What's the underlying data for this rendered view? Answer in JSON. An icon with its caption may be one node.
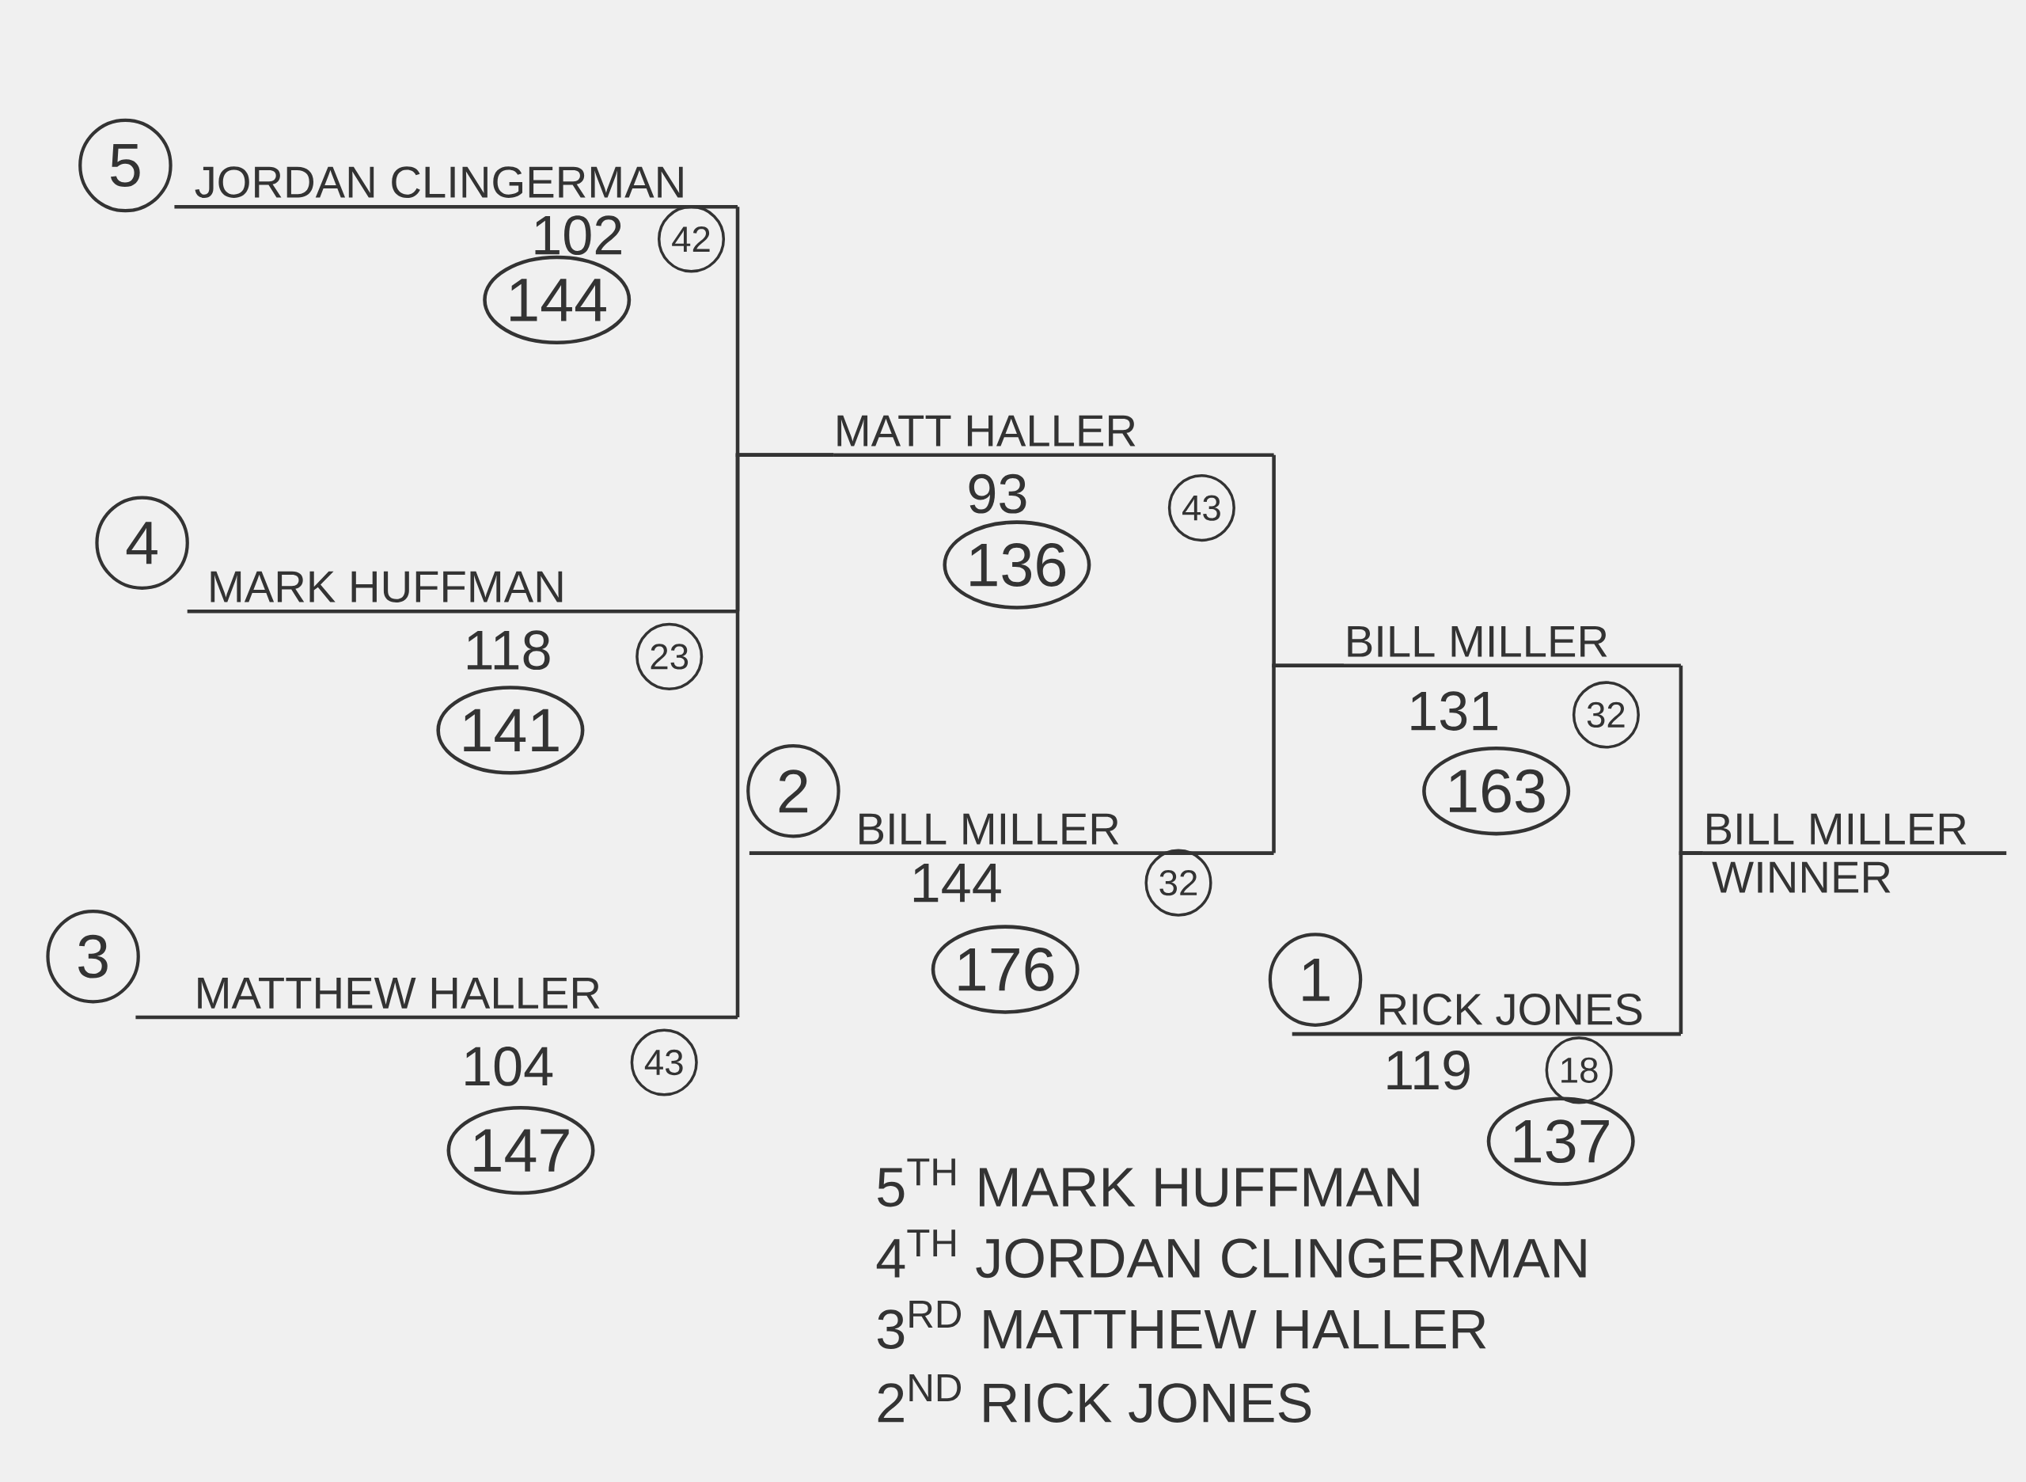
{
  "diagram": {
    "nodes": [
      {
        "text": [
          "JORDAN CLINGERMAN"
        ],
        "beside": [
          "5",
          "102",
          "42",
          "144"
        ]
      },
      {
        "text": [
          "MARK HUFFMAN"
        ],
        "beside": [
          "4",
          "118",
          "23",
          "141"
        ]
      },
      {
        "text": [
          "MATT HALLER"
        ],
        "beside": [
          "93",
          "43",
          "136"
        ]
      },
      {
        "text": [
          "BILL MILLER"
        ],
        "beside": [
          "2",
          "144",
          "32",
          "176"
        ]
      },
      {
        "text": [
          "MATTHEW HALLER"
        ],
        "beside": [
          "3",
          "104",
          "43",
          "147"
        ]
      },
      {
        "text": [
          "BILL MILLER"
        ],
        "beside": [
          "131",
          "32",
          "163"
        ]
      },
      {
        "text": [
          "RICK JONES"
        ],
        "beside": [
          "1",
          "119",
          "18",
          "137"
        ]
      },
      {
        "text": [
          "BILL MILLER",
          "WINNER"
        ]
      }
    ],
    "edges": [
      {
        "from": 0,
        "to": 2,
        "arrow": "none"
      },
      {
        "from": 1,
        "to": 2,
        "arrow": "none"
      },
      {
        "from": 4,
        "to": 2,
        "arrow": "none"
      },
      {
        "from": 2,
        "to": 5,
        "arrow": "none"
      },
      {
        "from": 3,
        "to": 5,
        "arrow": "none"
      },
      {
        "from": 5,
        "to": 7,
        "arrow": "none"
      },
      {
        "from": 6,
        "to": 7,
        "arrow": "none"
      }
    ],
    "labels": [
      "5$^{TH}$ MARK HUFFMAN",
      "4$^{TH}$ JORDAN CLINGERMAN",
      "3$^{RD}$ MATTHEW HALLER",
      "2$^{ND}$ RICK JONES"
    ]
  }
}
